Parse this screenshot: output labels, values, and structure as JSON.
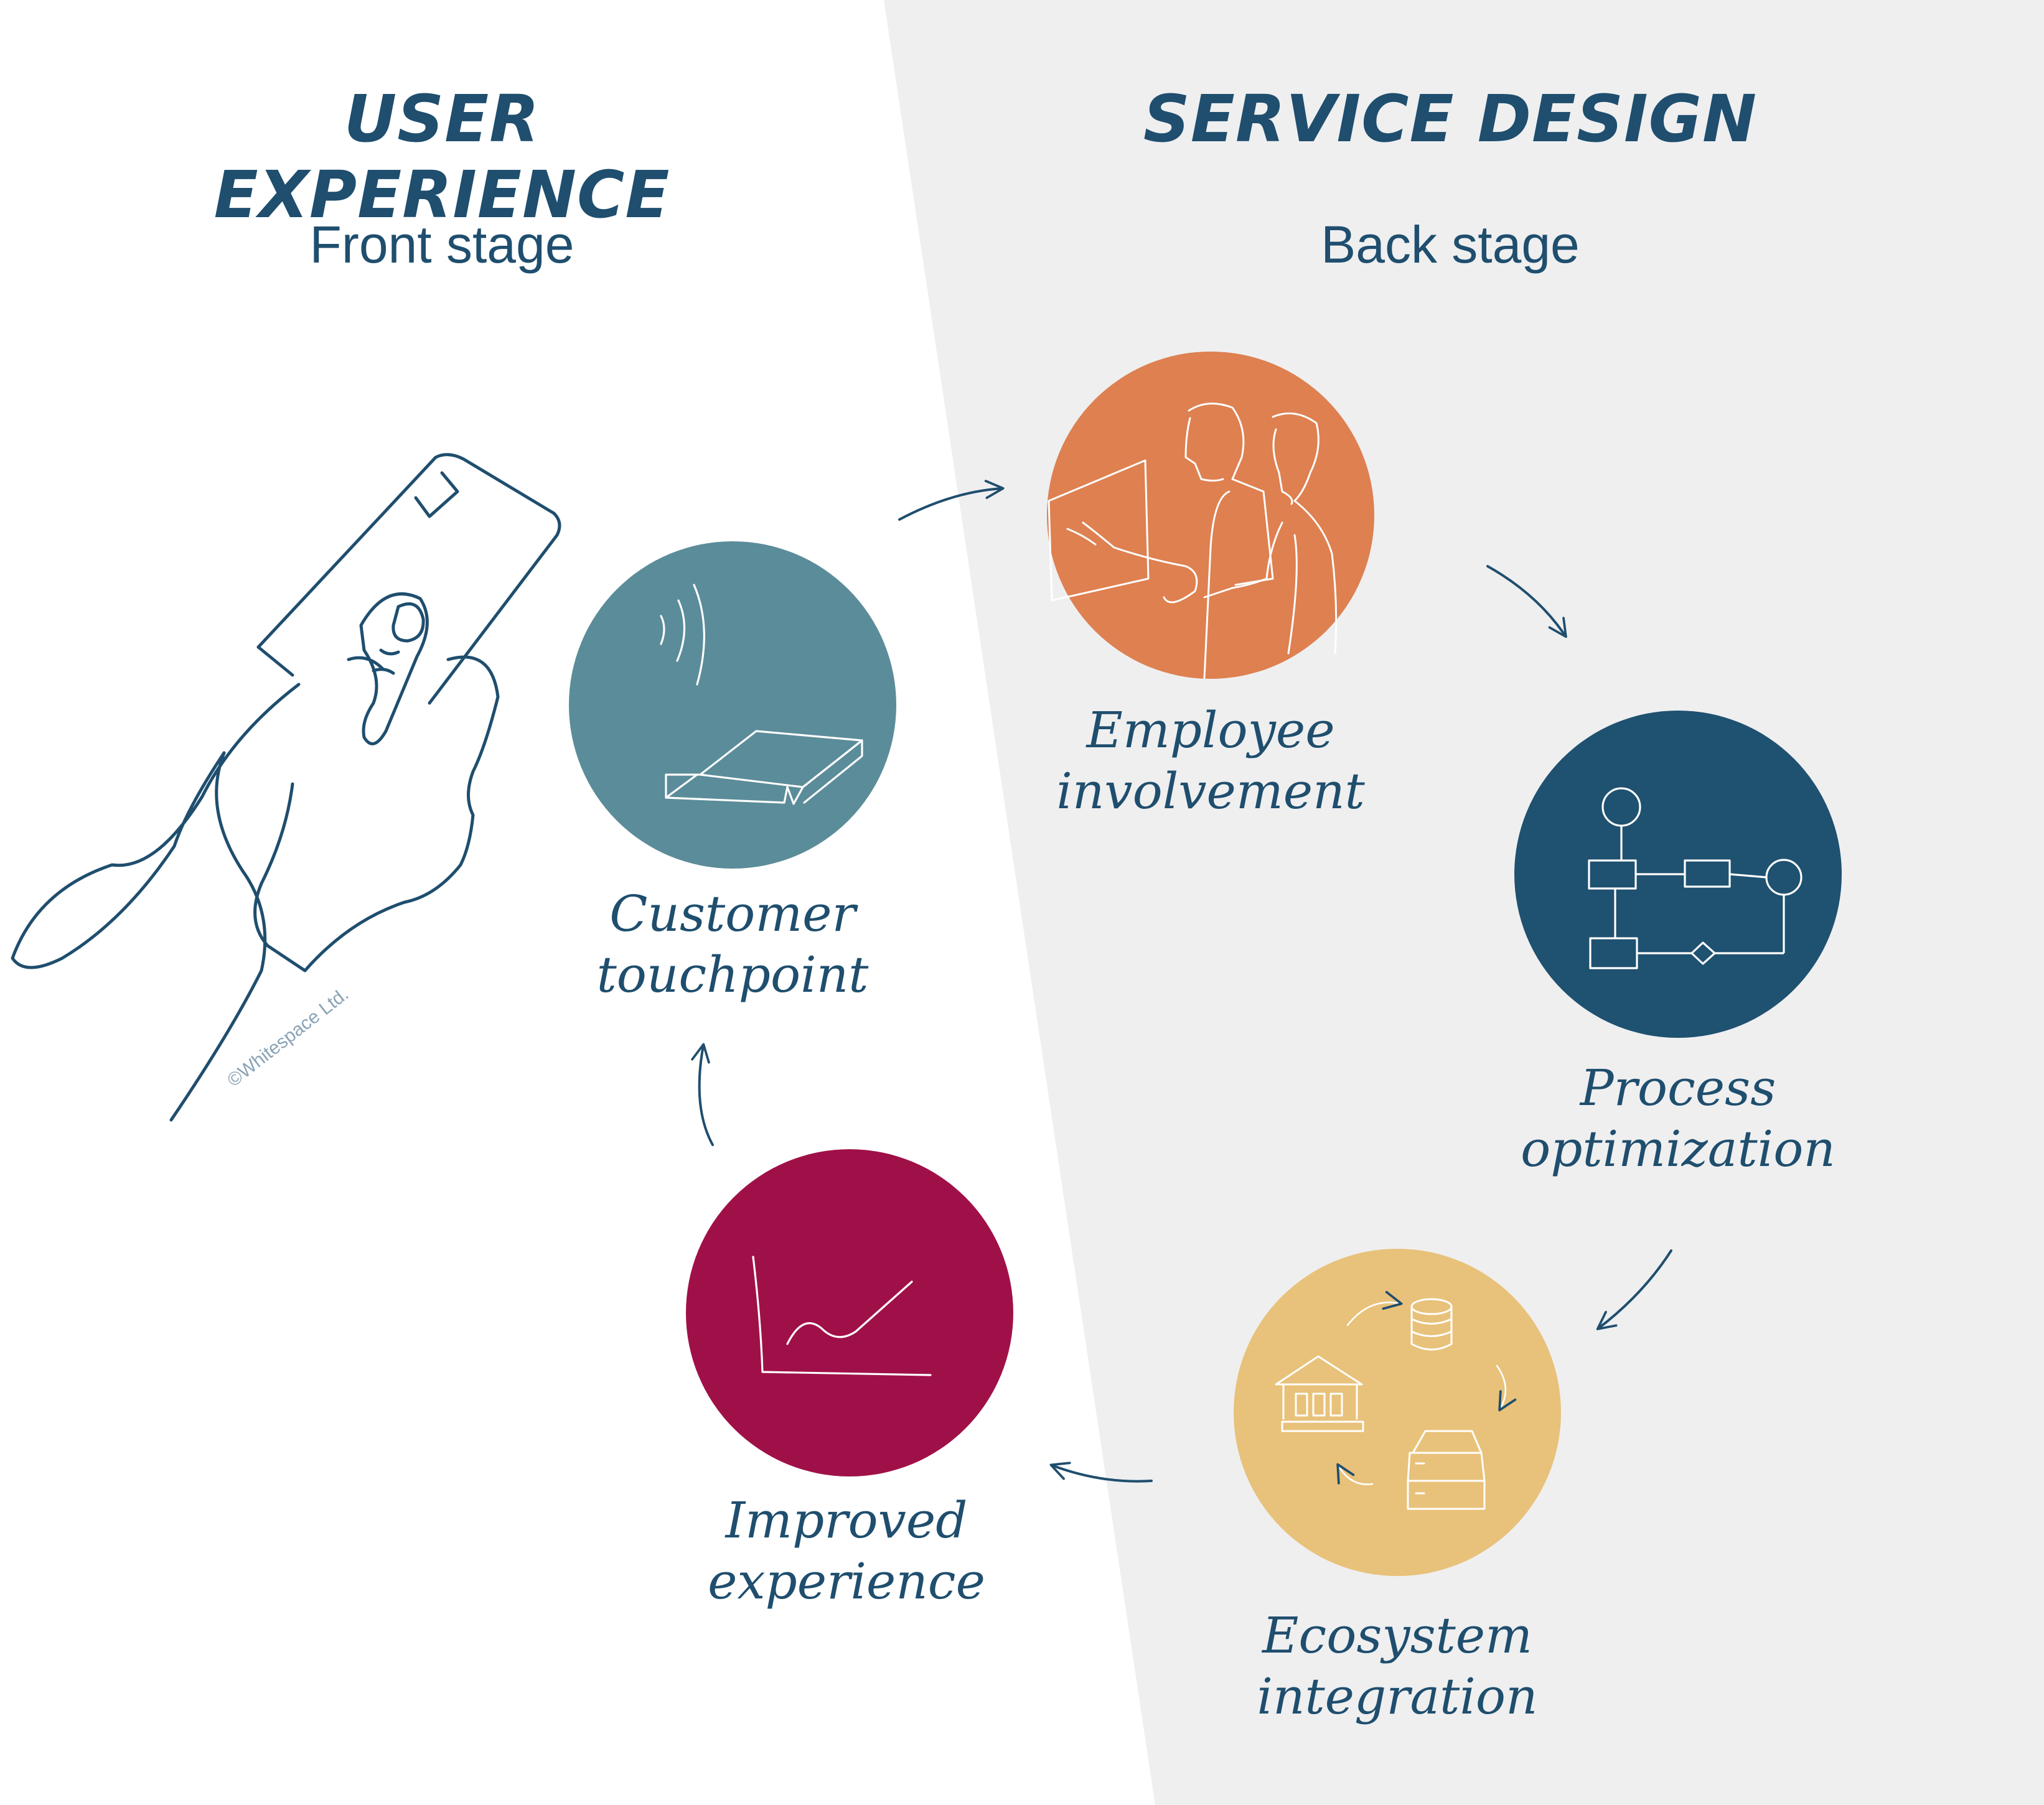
{
  "header": {
    "left_title": "USER EXPERIENCE",
    "left_subtitle": "Front stage",
    "right_title": "SERVICE DESIGN",
    "right_subtitle": "Back stage"
  },
  "nodes": {
    "customer_touchpoint": {
      "line1": "Customer",
      "line2": "touchpoint",
      "color": "#5b8c99",
      "icon": "nfc-reader-icon"
    },
    "employee_involvement": {
      "line1": "Employee",
      "line2": "involvement",
      "color": "#de8050",
      "icon": "people-at-screen-icon"
    },
    "process_optimization": {
      "line1": "Process",
      "line2": "optimization",
      "color": "#1f5170",
      "icon": "flowchart-icon"
    },
    "ecosystem_integration": {
      "line1": "Ecosystem",
      "line2": "integration",
      "color": "#e8c27a",
      "icon": "bank-database-server-cycle-icon"
    },
    "improved_experience": {
      "line1": "Improved",
      "line2": "experience",
      "color": "#a01048",
      "icon": "rising-line-graph-icon"
    }
  },
  "watermark": "©Whitespace Ltd.",
  "colors": {
    "ink": "#1f4e6e",
    "back_stage_bg": "#efeff0",
    "front_stage_bg": "#ffffff"
  }
}
